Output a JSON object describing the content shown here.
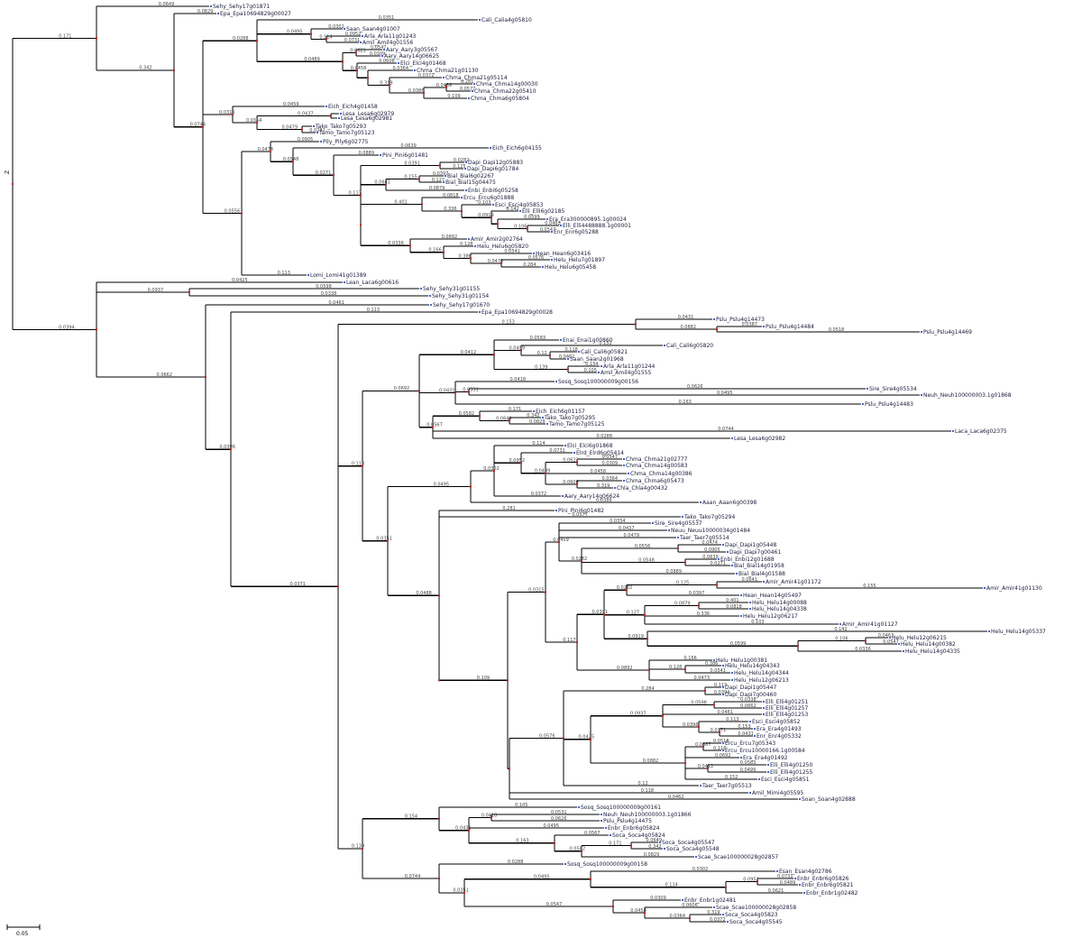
{
  "tree": {
    "root_label": "Z",
    "scale_bar": {
      "label": "0.05"
    },
    "colors": {
      "branch": "#000000",
      "node_marker": "#cc2222",
      "tip_text": "#1a1a3a",
      "tip_dot": "#3355cc"
    },
    "tip_labels": {
      "a1": "Sehy_Sehy17g01871",
      "a2": "Epa_Epa10694829g00027",
      "a3": "Cali_Calia4g05810",
      "a4": "Saan_Saan4g01007",
      "a5": "Arla_Arla11g01243",
      "a6": "Amil_Amil4g01556",
      "a7": "Aary_Aary3g05567",
      "a8": "Aary_Aary14g06625",
      "a9": "Elci_Elci4g01468",
      "a10": "Chma_Chma21g01130",
      "a11": "Chma_Chma21g05114",
      "a12": "Chma_Chma14g00030",
      "a13": "Chma_Chma22g05410",
      "a14": "Chma_Chma6g05804",
      "b1": "Eich_Eich4g01458",
      "b2": "Lesa_Lesa6g02979",
      "b3": "Lesa_Lesa6g02981",
      "b4": "Tako_Tako7g05293",
      "b5": "Tamo_Tamo7g05123",
      "b6": "Pily_Pily6g02775",
      "b7": "Eich_Eich6g04155",
      "b8": "Pini_Pini6g01481",
      "b9": "Dapi_Dapi12g05883",
      "b10": "Dapi_Dapi6g01784",
      "b11": "Bial_Bial6g02267",
      "b12": "Bial_Bial15g04475",
      "b13": "Enbi_Enbi6g05258",
      "b14": "Ercu_Ercu6g01888",
      "b15": "Esci_Esci4g05853",
      "b16": "Elli_Elli6g02185",
      "b17": "Era_Era300000895.1g00024",
      "b18": "Elli_Elli4488888.1g00001",
      "b19": "Enr_Enr6g05288",
      "b20": "Amir_Amir2g02764",
      "b21": "Helu_Helu6g05820",
      "b22": "Hean_Hean6g03416",
      "b23": "Helu_Helu7g01897",
      "b24": "Helu_Helu6g05458",
      "b25": "Lomi_Lomi41g01389",
      "c1": "Lean_Laca6g00616",
      "c2": "Sehy_Sehy31g01155",
      "c3": "Sehy_Sehy31g01154",
      "c4": "Sehy_Sehy17g01670",
      "c5": "Epa_Epa10694829g00028",
      "c6": "Pslu_Pslu4g14473",
      "c7": "Pslu_Pslu4g14484",
      "c8": "Pslu_Pslu4g14469",
      "c9": "Enai_Enai1g00860",
      "c10": "Cali_Cali6g05820",
      "c11": "Cali_Cali6g05821",
      "c12": "Saan_Saan2g01968",
      "c13": "Arla_Arla11g01244",
      "c14": "Amil_Amil4g01555",
      "c15": "Sosq_Sosq100000009g00156",
      "c16": "Sire_Sire4g05534",
      "c17": "Neuh_Neuh100000003.1g01868",
      "c18": "Pslu_Pslu4g14483",
      "c19": "Eich_Eich6g01157",
      "c20": "Tako_Tako7g05295",
      "c21": "Tamo_Tamo7g05125",
      "c22": "Laca_Laca6g02375",
      "c23": "Lesa_Lesa6g02982",
      "d1": "Elci_Elci6g01868",
      "d2": "Elrd_Elrd6g05414",
      "d3": "Chma_Chma21g02777",
      "d4": "Chma_Chma14g00583",
      "d5": "Chma_Chma14g00386",
      "d6": "Chma_Chma6g05473",
      "d7": "Chla_Chla4g00432",
      "d8": "Aary_Aary14g06624",
      "d9": "Aaan_Aaan6g00398",
      "d10": "Pini_Pini6g01482",
      "d11": "Tako_Tako7g05294",
      "e1": "Sire_Sire4g05537",
      "e2": "Neuu_Neuu10000034g01484",
      "e3": "Taer_Taer7g05514",
      "e4": "Dapi_Dapi1g05448",
      "e5": "Dapi_Dapi7g00461",
      "e6": "Enbi_Enbi12g01688",
      "e7": "Bial_Bial14g01958",
      "e8": "Bial_Bial4g01588",
      "e9": "Amir_Amir41g01172",
      "e10": "Amir_Amir41g01130",
      "e11": "Hean_Hean14g05497",
      "e12": "Helu_Helu14g00088",
      "e13": "Helu_Helu14g04338",
      "e14": "Helu_Helu12g06217",
      "e15": "Amir_Amir41g01127",
      "e16": "Helu_Helu14g05337",
      "e17": "Helu_Helu12g06215",
      "e18": "Helu_Helu14g00382",
      "e19": "Helu_Helu14g04335",
      "e20": "Helu_Helu1g00381",
      "e21": "Helu_Helu14g04343",
      "e22": "Helu_Helu14g04344",
      "e23": "Helu_Helu12g06213",
      "f1": "Dapi_Dapi1g05447",
      "f2": "Dapi_Dapi7g00460",
      "f3": "Elli_Elli4g01251",
      "f4": "Elli_Elli4g01257",
      "f5": "Elli_Elli4g01253",
      "f6": "Esci_Esci4g05852",
      "f7": "Era_Era4g01493",
      "f8": "Enr_Enr4g05332",
      "f9": "Ercu_Ercu7g05343",
      "f10": "Ercu_Ercu10000166.1g00584",
      "f11": "Era_Era4g01492",
      "f12": "Elli_Elli4g01250",
      "f13": "Elli_Elli4g01255",
      "f14": "Esci_Esci4g05851",
      "f15": "Taer_Taer7g05513",
      "f16": "Amil_Mimi4g05595",
      "f17": "Soan_Soan4g02888",
      "g1": "Sosq_Sosq100000009g00161",
      "g2": "Neuh_Neuh100000003.1g01866",
      "g3": "Pslu_Pslu4g14475",
      "g4": "Enbr_Enbr6g05824",
      "g5": "Soca_Soca4g05824",
      "g6": "Soca_Soca4g05547",
      "g7": "Soca_Soca4g05548",
      "g8": "Scae_Scae100000028g02857",
      "g9": "Sosq_Sosq100000009g00158",
      "g10": "Esan_Esan4g02786",
      "g11": "Enbr_Enbr6g05826",
      "g12": "Enbr_Enbr6g05821",
      "g13": "Enbr_Enbr1g02482",
      "g14": "Enbr_Enbr1g02481",
      "g15": "Scae_Scae100000028g02858",
      "g16": "Soca_Soca4g05823",
      "g17": "Soca_Soca4g05545"
    },
    "branch_lengths": [
      "0.171",
      "0.0649",
      "0.342",
      "0.0829",
      "0.0744",
      "0.0288",
      "0.0351",
      "0.0495",
      "0.0302",
      "0.114",
      "0.0952",
      "0.0731",
      "0.0489",
      "0.0621",
      "0.0547",
      "0.0309",
      "0.0458",
      "0.0606",
      "0.0364",
      "0.319",
      "0.0372",
      "0.0386",
      "0.0488",
      "0.281",
      "0.0577",
      "0.109",
      "0.0315",
      "0.0459",
      "0.0354",
      "0.0437",
      "0.0479",
      "0.0282",
      "0.0556",
      "0.0474",
      "0.0905",
      "0.0548",
      "0.0639",
      "0.0271",
      "0.0889",
      "0.117",
      "0.0391",
      "0.0282",
      "0.125",
      "0.0641",
      "0.155",
      "0.0397",
      "0.127",
      "0.0879",
      "0.401",
      "0.0818",
      "0.336",
      "0.103",
      "0.0919",
      "0.142",
      "0.0599",
      "0.106",
      "0.0463",
      "0.0547",
      "0.0336",
      "0.0892",
      "0.166",
      "0.128",
      "0.386",
      "0.0541",
      "0.0473",
      "0.0576",
      "0.284",
      "0.113",
      "0.0394",
      "0.0425",
      "0.0937",
      "0.0598",
      "0.0338",
      "0.0662",
      "0.0461",
      "0.0396",
      "0.113",
      "0.0371",
      "0.153",
      "0.0431",
      "0.0882",
      "0.0387",
      "0.0518",
      "0.118",
      "0.0692",
      "0.0412",
      "0.0583",
      "0.0499",
      "0.152",
      "0.12",
      "0.118",
      "0.0462",
      "0.139",
      "0.154",
      "0.105",
      "0.0431",
      "0.0418",
      "0.0531",
      "0.0626",
      "0.0495",
      "0.163",
      "0.0567",
      "0.0582"
    ]
  }
}
